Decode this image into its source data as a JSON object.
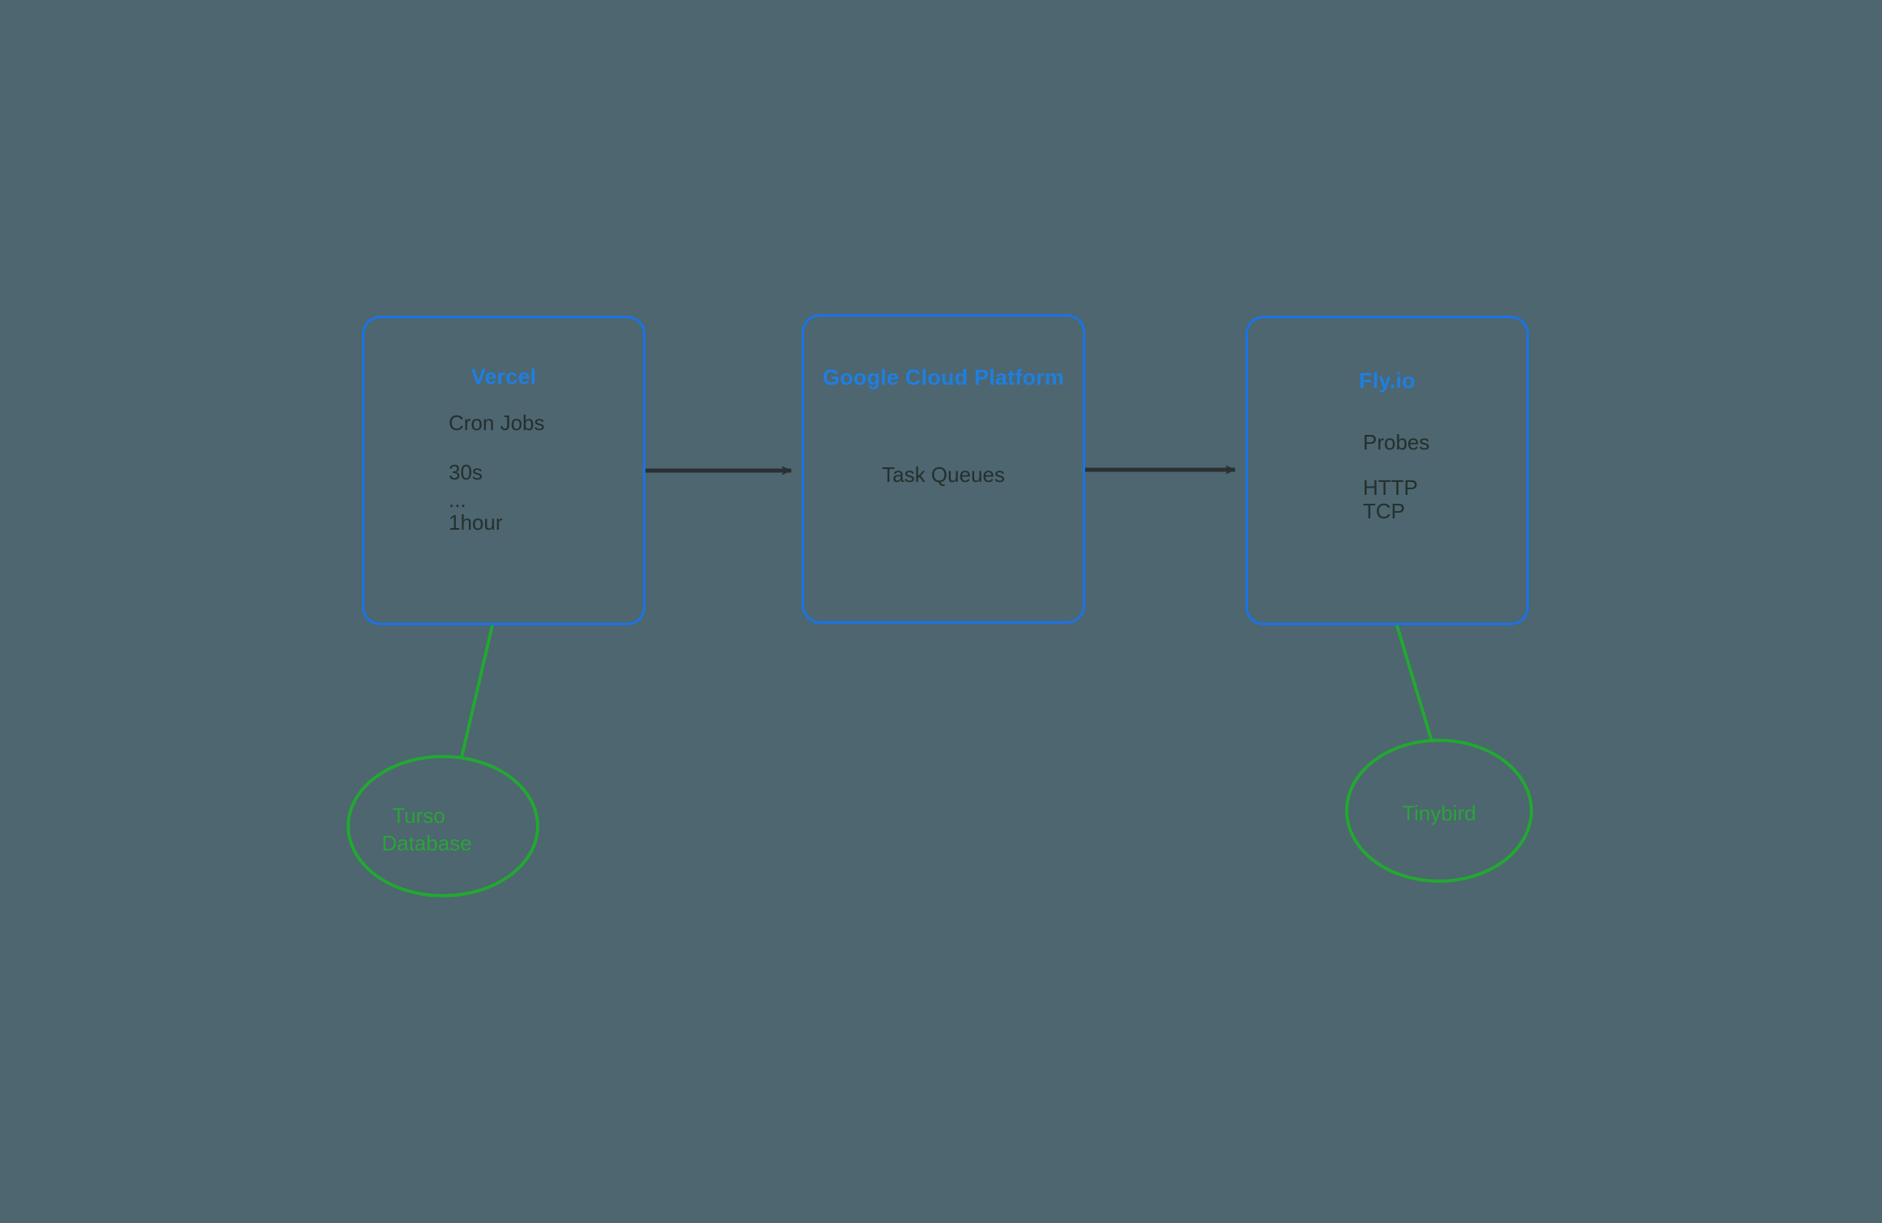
{
  "diagram": {
    "background_color": "#4d666f",
    "box_border_color": "#1a73e8",
    "box_title_color": "#1f7fe0",
    "box_text_color": "#23302f",
    "ellipse_color": "#22a832",
    "arrow_color": "#2b2f33",
    "title": "",
    "nodes": [
      {
        "id": "vercel",
        "shape": "rounded-rect",
        "title": "Vercel",
        "lines": [
          "Cron Jobs",
          "",
          "30s",
          "...",
          "1hour"
        ]
      },
      {
        "id": "gcp",
        "shape": "rounded-rect",
        "title": "Google Cloud Platform",
        "lines": [
          "Task Queues"
        ]
      },
      {
        "id": "flyio",
        "shape": "rounded-rect",
        "title": "Fly.io",
        "lines": [
          "Probes",
          "",
          "HTTP",
          "TCP"
        ]
      },
      {
        "id": "turso",
        "shape": "ellipse",
        "label_line_1": "Turso",
        "label_line_2": "Database"
      },
      {
        "id": "tinybird",
        "shape": "ellipse",
        "label_line_1": "Tinybird",
        "label_line_2": ""
      }
    ],
    "edges": [
      {
        "id": "vercel-to-gcp",
        "from": "vercel",
        "to": "gcp",
        "style": "arrow",
        "color": "#2b2f33",
        "label": ""
      },
      {
        "id": "gcp-to-flyio",
        "from": "gcp",
        "to": "flyio",
        "style": "arrow",
        "color": "#2b2f33",
        "label": ""
      },
      {
        "id": "vercel-to-turso",
        "from": "vercel",
        "to": "turso",
        "style": "line",
        "color": "#22a832",
        "label": ""
      },
      {
        "id": "flyio-to-tinybird",
        "from": "flyio",
        "to": "tinybird",
        "style": "line",
        "color": "#22a832",
        "label": ""
      }
    ]
  }
}
